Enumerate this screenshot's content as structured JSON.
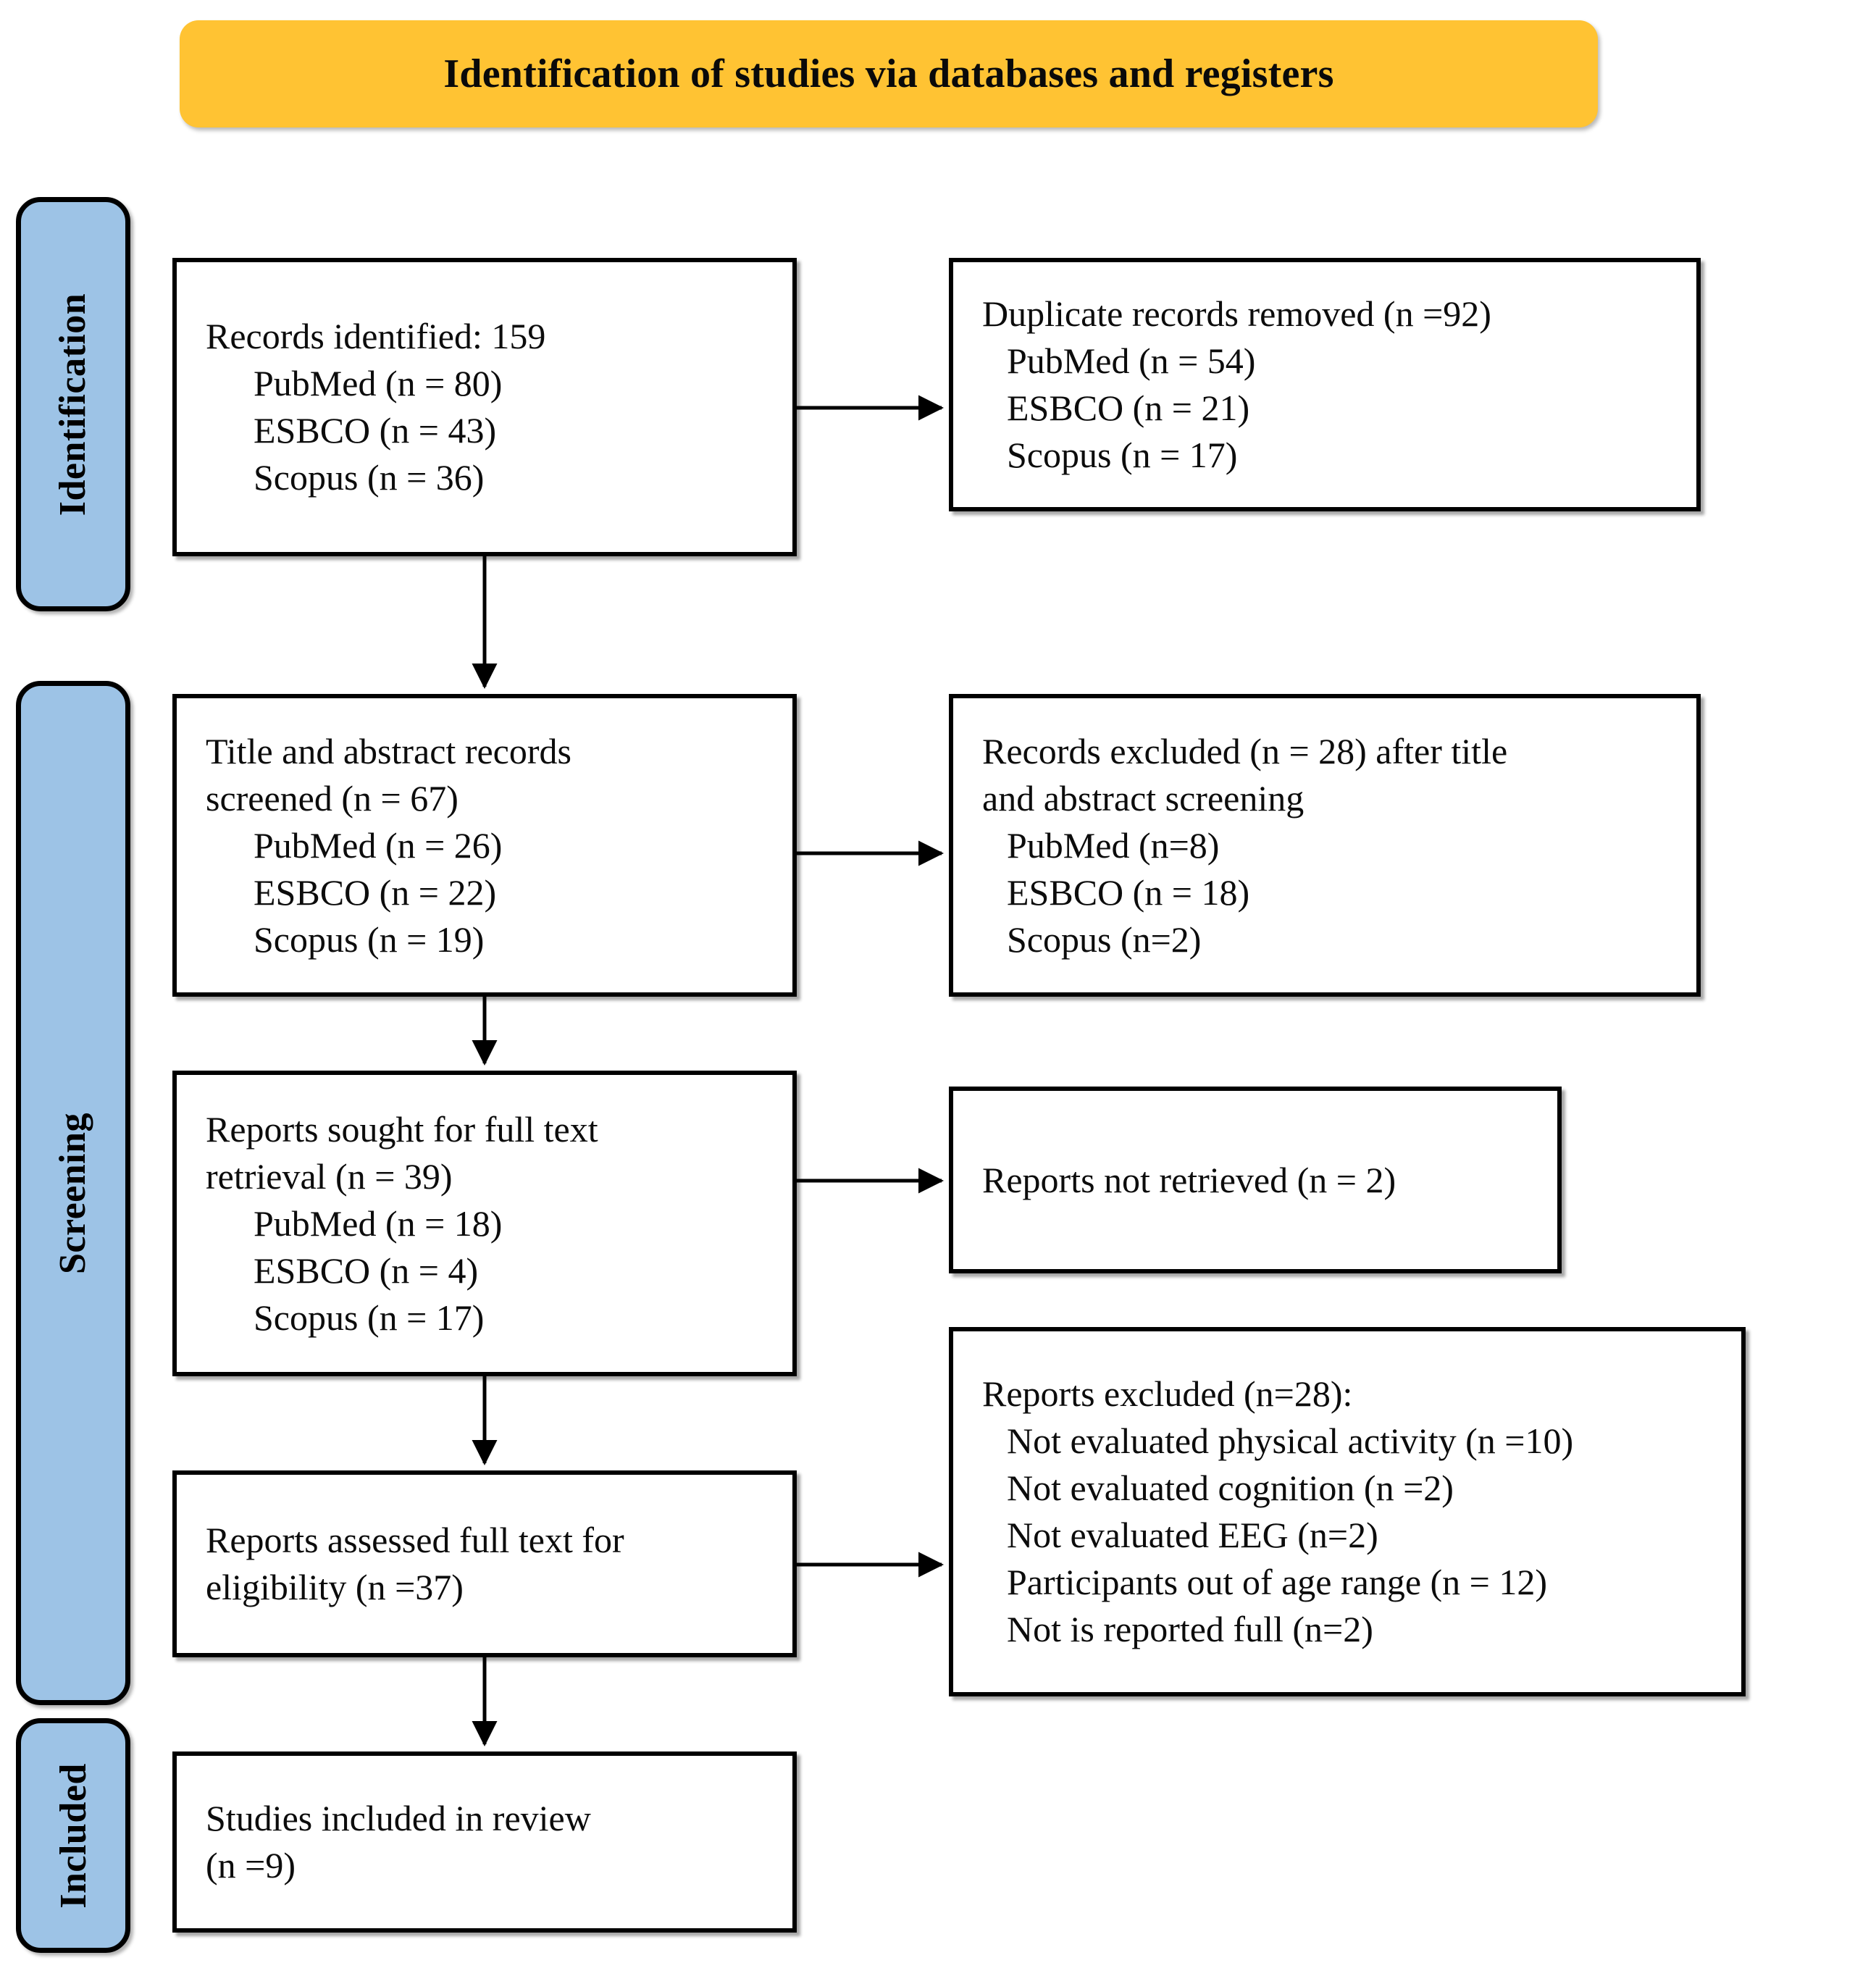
{
  "header": {
    "title": "Identification of studies via databases and registers",
    "bg_color": "#FFC333"
  },
  "stages": [
    {
      "label": "Identification",
      "color": "#9DC3E6"
    },
    {
      "label": "Screening",
      "color": "#9DC3E6"
    },
    {
      "label": "Included",
      "color": "#9DC3E6"
    }
  ],
  "boxes": {
    "records_identified": {
      "lines": [
        "Records identified: 159",
        "PubMed  (n = 80)",
        "ESBCO  (n = 43)",
        "Scopus  (n = 36)"
      ]
    },
    "duplicates_removed": {
      "lines": [
        "Duplicate  records removed (n =92)",
        "PubMed  (n = 54)",
        "ESBCO (n = 21)",
        "Scopus  (n = 17)"
      ]
    },
    "title_abstract_screened": {
      "lines": [
        "Title and abstract records",
        "screened (n = 67)",
        "PubMed  (n = 26)",
        "ESBCO  (n = 22)",
        "Scopus  (n = 19)"
      ]
    },
    "records_excluded": {
      "lines": [
        "Records excluded (n = 28) after title",
        "and abstract screening",
        "PubMed  (n=8)",
        "ESBCO  (n = 18)",
        "Scopus  (n=2)"
      ]
    },
    "reports_sought": {
      "lines": [
        "Reports sought for full text",
        "retrieval (n = 39)",
        "PubMed  (n = 18)",
        "ESBCO  (n = 4)",
        "Scopus  (n = 17)"
      ]
    },
    "reports_not_retrieved": {
      "lines": [
        "Reports not retrieved (n = 2)"
      ]
    },
    "reports_assessed": {
      "lines": [
        "Reports assessed full text for",
        "eligibility (n =37)"
      ]
    },
    "reports_excluded": {
      "lines": [
        "Reports excluded (n=28):",
        "Not evaluated physical  activity (n =10)",
        "Not evaluated cognition (n =2)",
        "Not evaluated EEG (n=2)",
        "Participants out of age range (n = 12)",
        "Not is reported full (n=2)"
      ]
    },
    "studies_included": {
      "lines": [
        "Studies included in review",
        "(n =9)"
      ]
    }
  },
  "chart_data": {
    "type": "table",
    "title": "Identification of studies via databases and registers",
    "records_identified_total": 159,
    "records_identified_by_source": {
      "PubMed": 80,
      "ESBCO": 43,
      "Scopus": 36
    },
    "duplicates_removed_total": 92,
    "duplicates_removed_by_source": {
      "PubMed": 54,
      "ESBCO": 21,
      "Scopus": 17
    },
    "title_abstract_screened_total": 67,
    "title_abstract_screened_by_source": {
      "PubMed": 26,
      "ESBCO": 22,
      "Scopus": 19
    },
    "records_excluded_total": 28,
    "records_excluded_by_source": {
      "PubMed": 8,
      "ESBCO": 18,
      "Scopus": 2
    },
    "reports_sought_total": 39,
    "reports_sought_by_source": {
      "PubMed": 18,
      "ESBCO": 4,
      "Scopus": 17
    },
    "reports_not_retrieved": 2,
    "reports_assessed_total": 37,
    "reports_excluded_total": 28,
    "reports_excluded_reasons": {
      "Not evaluated physical activity": 10,
      "Not evaluated cognition": 2,
      "Not evaluated EEG": 2,
      "Participants out of age range": 12,
      "Not is reported full": 2
    },
    "studies_included": 9
  }
}
